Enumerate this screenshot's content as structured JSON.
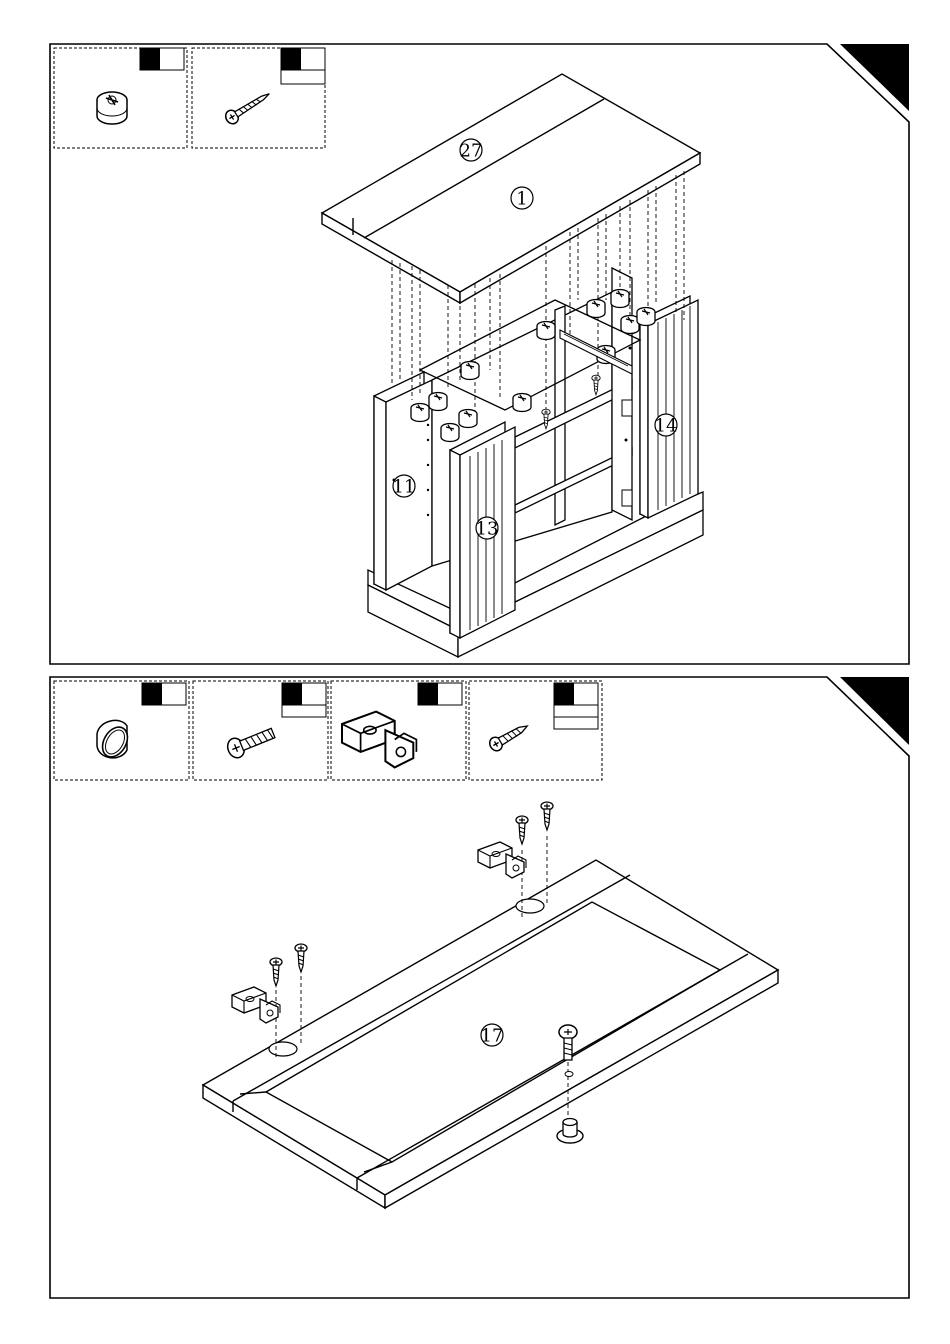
{
  "steps": [
    {
      "hardware": [
        {
          "name": "cam-lock"
        },
        {
          "name": "wood-screw"
        }
      ],
      "parts": [
        {
          "label": "27"
        },
        {
          "label": "1"
        },
        {
          "label": "11"
        },
        {
          "label": "13"
        },
        {
          "label": "14"
        }
      ]
    },
    {
      "hardware": [
        {
          "name": "knob"
        },
        {
          "name": "machine-screw"
        },
        {
          "name": "hinge"
        },
        {
          "name": "small-wood-screw"
        }
      ],
      "parts": [
        {
          "label": "17"
        }
      ]
    }
  ]
}
